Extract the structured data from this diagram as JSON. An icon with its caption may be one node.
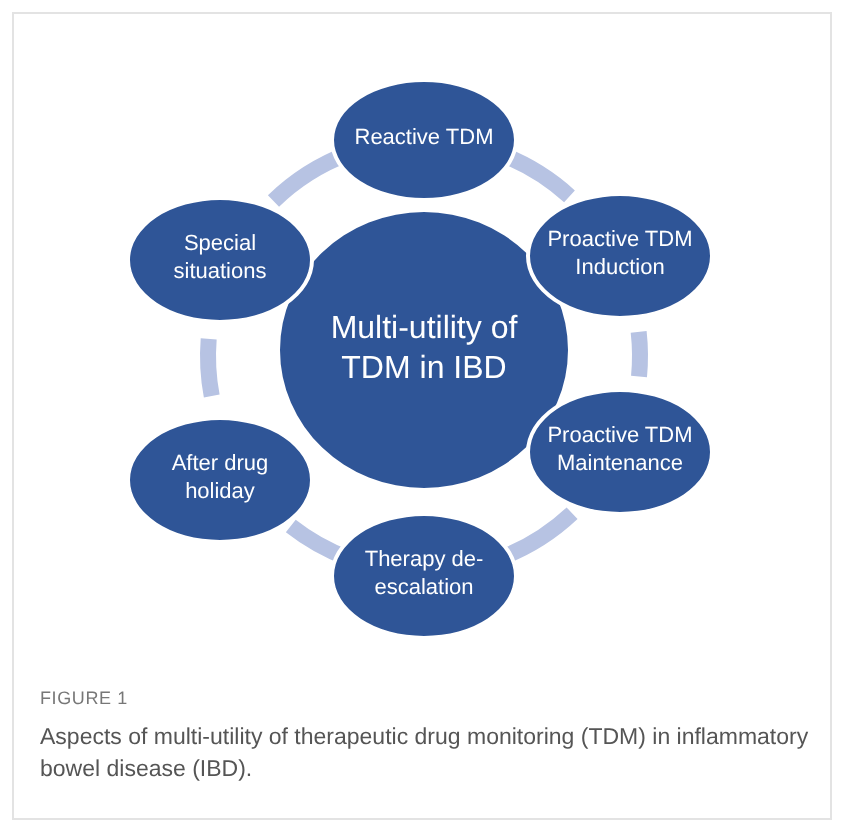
{
  "diagram": {
    "caption": "Aspects of multi-utility of therapeutic drug monitoring (TDM) in inflammatory bowel disease (IBD).",
    "nodes": [
      {
        "text": [
          "Multi-utility of TDM in IBD"
        ]
      },
      {
        "text": [
          "Reactive TDM"
        ]
      },
      {
        "text": [
          "Proactive TDM Induction"
        ]
      },
      {
        "text": [
          "Proactive TDM Maintenance"
        ]
      },
      {
        "text": [
          "Therapy de-escalation"
        ]
      },
      {
        "text": [
          "After drug holiday"
        ]
      },
      {
        "text": [
          "Special situations"
        ]
      }
    ],
    "edges": [
      {
        "from": 1,
        "to": 2,
        "arrow": "none"
      },
      {
        "from": 2,
        "to": 3,
        "arrow": "none"
      },
      {
        "from": 3,
        "to": 4,
        "arrow": "none"
      },
      {
        "from": 4,
        "to": 5,
        "arrow": "none"
      },
      {
        "from": 5,
        "to": 6,
        "arrow": "none"
      },
      {
        "from": 6,
        "to": 1,
        "arrow": "none"
      }
    ],
    "labels": [
      "FIGURE 1"
    ]
  }
}
